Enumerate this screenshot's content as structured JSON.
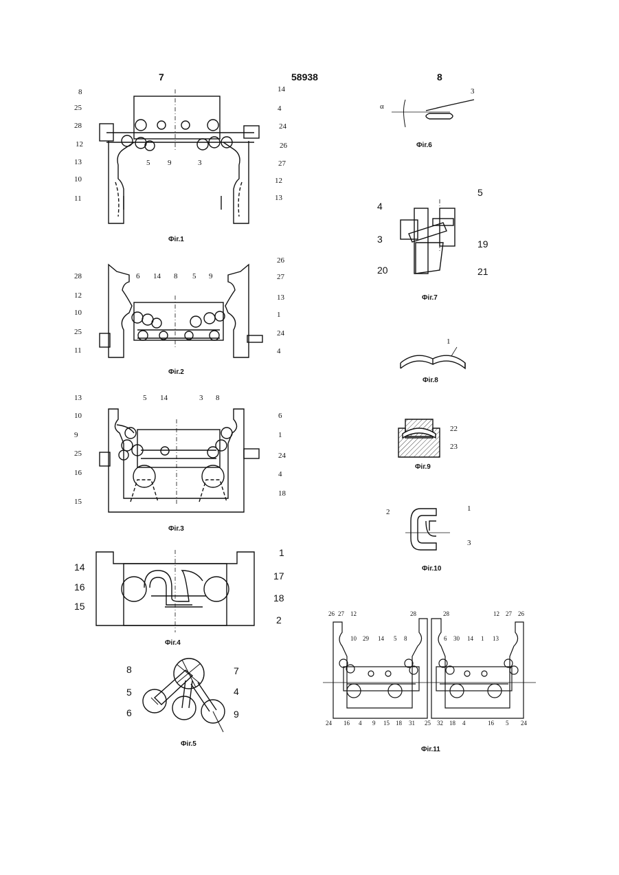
{
  "header": {
    "left": "7",
    "center": "58938",
    "right": "8"
  },
  "figures": {
    "fig1": {
      "caption": "Фіг.1",
      "labels": [
        "8",
        "25",
        "28",
        "12",
        "13",
        "10",
        "11",
        "14",
        "4",
        "24",
        "26",
        "27",
        "12",
        "13",
        "5",
        "9",
        "3"
      ]
    },
    "fig2": {
      "caption": "Фіг.2",
      "labels": [
        "28",
        "12",
        "10",
        "25",
        "11",
        "6",
        "14",
        "8",
        "5",
        "9",
        "13",
        "1",
        "24",
        "4",
        "26",
        "27"
      ]
    },
    "fig3": {
      "caption": "Фіг.3",
      "labels": [
        "13",
        "10",
        "9",
        "25",
        "16",
        "15",
        "5",
        "14",
        "3",
        "8",
        "6",
        "1",
        "24",
        "4",
        "18"
      ]
    },
    "fig4": {
      "caption": "Фіг.4",
      "labels": [
        "14",
        "16",
        "15",
        "1",
        "17",
        "18",
        "2"
      ]
    },
    "fig5": {
      "caption": "Фіг.5",
      "labels": [
        "8",
        "5",
        "6",
        "7",
        "4",
        "9"
      ]
    },
    "fig6": {
      "caption": "Фіг.6",
      "labels": [
        "α",
        "3"
      ]
    },
    "fig7": {
      "caption": "Фіг.7",
      "labels": [
        "4",
        "3",
        "20",
        "5",
        "19",
        "21"
      ]
    },
    "fig8": {
      "caption": "Фіг.8",
      "labels": [
        "1"
      ]
    },
    "fig9": {
      "caption": "Фіг.9",
      "labels": [
        "22",
        "23"
      ]
    },
    "fig10": {
      "caption": "Фіг.10",
      "labels": [
        "2",
        "1",
        "3"
      ]
    },
    "fig11": {
      "caption": "Фіг.11",
      "labels": [
        "26",
        "27",
        "12",
        "28",
        "28",
        "12",
        "27",
        "26",
        "10",
        "29",
        "14",
        "5",
        "8",
        "6",
        "30",
        "14",
        "1",
        "13",
        "24",
        "16",
        "4",
        "9",
        "15",
        "18",
        "31",
        "25",
        "32",
        "18",
        "4",
        "16",
        "5",
        "24"
      ]
    }
  }
}
